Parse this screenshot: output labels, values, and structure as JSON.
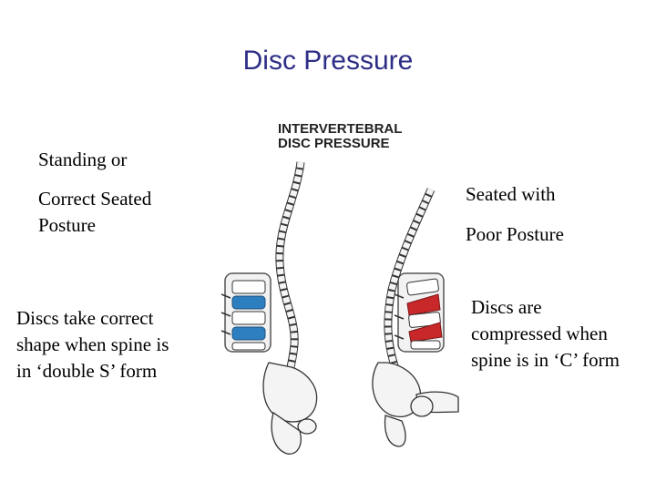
{
  "slide": {
    "title": "Disc Pressure",
    "left_label_1": "Standing or",
    "left_label_2": "Correct Seated Posture",
    "left_caption": "Discs take correct shape when spine is in ‘double S’ form",
    "right_label_1": "Seated with",
    "right_label_2": "Poor Posture",
    "right_caption": "Discs are compressed when spine is in ‘C’ form"
  },
  "figure": {
    "heading_line1": "INTERVERTEBRAL",
    "heading_line2": "DISC PRESSURE",
    "colors": {
      "healthy_disc": "#2e7fc0",
      "compressed_disc": "#c8282a",
      "bone": "#f4f4f4",
      "outline": "#333333"
    }
  }
}
